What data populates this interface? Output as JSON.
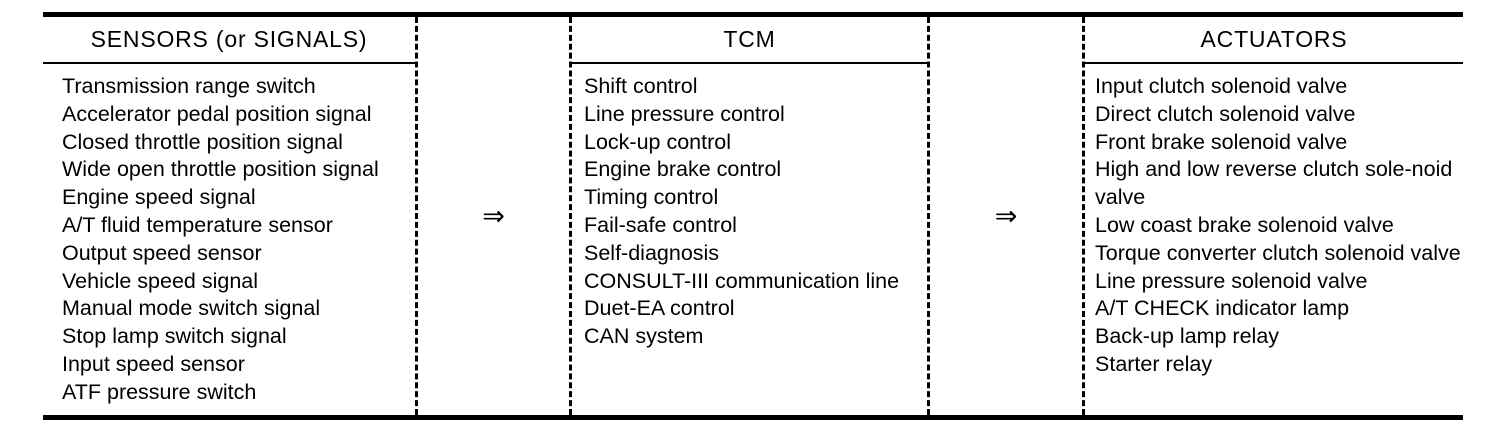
{
  "diagram": {
    "title_row": {
      "sensors": "SENSORS (or SIGNALS)",
      "tcm": "TCM",
      "actuators": "ACTUATORS"
    },
    "arrow_glyph": "⇒",
    "sensors": [
      "Transmission range switch",
      "Accelerator pedal position signal",
      "Closed throttle position signal",
      "Wide open throttle position signal",
      "Engine speed signal",
      "A/T fluid temperature sensor",
      "Output speed sensor",
      "Vehicle speed signal",
      "Manual mode switch signal",
      "Stop lamp switch signal",
      "Input speed sensor",
      "ATF pressure switch"
    ],
    "tcm": [
      "Shift control",
      "Line pressure control",
      "Lock-up control",
      "Engine brake control",
      "Timing control",
      "Fail-safe control",
      "Self-diagnosis",
      "CONSULT-III communication line",
      "Duet-EA control",
      "CAN system"
    ],
    "actuators": [
      "Input clutch solenoid valve",
      "Direct clutch solenoid valve",
      "Front brake solenoid valve",
      "High and low reverse clutch sole-noid valve",
      "Low coast brake solenoid valve",
      "Torque converter clutch solenoid valve",
      "Line pressure solenoid valve",
      "A/T CHECK indicator lamp",
      "Back-up lamp relay",
      "Starter relay"
    ],
    "colors": {
      "ink": "#000000",
      "background": "#ffffff"
    }
  }
}
